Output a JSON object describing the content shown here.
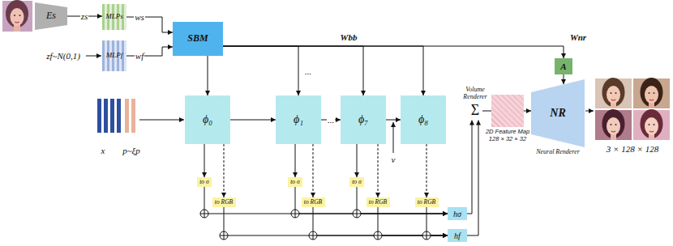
{
  "diagram": {
    "nodes": [
      {
        "text": [
          "Es"
        ]
      },
      {
        "text": [
          "MLPs"
        ]
      },
      {
        "text": [
          "MLPf"
        ]
      },
      {
        "text": [
          "SBM"
        ]
      },
      {
        "text": [
          "A"
        ]
      },
      {
        "text": [
          "ϕ₀"
        ]
      },
      {
        "text": [
          "ϕ₁"
        ]
      },
      {
        "text": [
          "ϕ₇"
        ]
      },
      {
        "text": [
          "ϕ₈"
        ]
      },
      {
        "text": [
          "to σ"
        ]
      },
      {
        "text": [
          "to σ"
        ]
      },
      {
        "text": [
          "to σ"
        ]
      },
      {
        "text": [
          "to RGB"
        ]
      },
      {
        "text": [
          "to RGB"
        ]
      },
      {
        "text": [
          "to RGB"
        ]
      },
      {
        "text": [
          "to RGB"
        ]
      },
      {
        "text": [
          "hσ"
        ]
      },
      {
        "text": [
          "hf"
        ]
      },
      {
        "text": [
          "Volume Renderer",
          "Σ"
        ]
      },
      {
        "text": [
          "2D Feature Map",
          "128 × 32 × 32"
        ]
      },
      {
        "text": [
          "NR",
          "Neural Renderer"
        ]
      }
    ],
    "edges": [
      {
        "from": 0,
        "to": 1,
        "label": "zs",
        "arrow": "to"
      },
      {
        "from": 1,
        "to": 3,
        "label": "ws",
        "arrow": "to"
      },
      {
        "from": 2,
        "to": 3,
        "label": "wf",
        "arrow": "to"
      },
      {
        "from": 3,
        "to": 5,
        "arrow": "to"
      },
      {
        "from": 3,
        "to": 6,
        "arrow": "to"
      },
      {
        "from": 3,
        "to": 7,
        "arrow": "to"
      },
      {
        "from": 3,
        "to": 8,
        "label": "Wbb",
        "arrow": "to"
      },
      {
        "from": 3,
        "to": 4,
        "label": "Wnr",
        "arrow": "to"
      },
      {
        "from": 4,
        "to": 20,
        "arrow": "to"
      },
      {
        "from": 5,
        "to": 6,
        "arrow": "to"
      },
      {
        "from": 6,
        "to": 7,
        "label": "...",
        "arrow": "to"
      },
      {
        "from": 7,
        "to": 8,
        "arrow": "to"
      },
      {
        "from": 5,
        "to": 9,
        "arrow": "to"
      },
      {
        "from": 6,
        "to": 10,
        "arrow": "to"
      },
      {
        "from": 7,
        "to": 11,
        "arrow": "to"
      },
      {
        "from": 5,
        "to": 12,
        "arrow": "to"
      },
      {
        "from": 6,
        "to": 13,
        "arrow": "to"
      },
      {
        "from": 7,
        "to": 14,
        "arrow": "to"
      },
      {
        "from": 8,
        "to": 15,
        "arrow": "to"
      },
      {
        "from": 9,
        "to": 16,
        "arrow": "to"
      },
      {
        "from": 10,
        "to": 16,
        "arrow": "to"
      },
      {
        "from": 11,
        "to": 16,
        "arrow": "to"
      },
      {
        "from": 12,
        "to": 17,
        "arrow": "to"
      },
      {
        "from": 13,
        "to": 17,
        "arrow": "to"
      },
      {
        "from": 14,
        "to": 17,
        "arrow": "to"
      },
      {
        "from": 15,
        "to": 17,
        "arrow": "to"
      },
      {
        "from": 16,
        "to": 18,
        "arrow": "to"
      },
      {
        "from": 17,
        "to": 18,
        "arrow": "to"
      },
      {
        "from": 18,
        "to": 19,
        "arrow": "none"
      },
      {
        "from": 19,
        "to": 20,
        "arrow": "to"
      }
    ],
    "labels": [
      "zf~N(0,1)",
      "...",
      "x",
      "p~ξp",
      "v",
      "3 × 128 × 128"
    ]
  }
}
